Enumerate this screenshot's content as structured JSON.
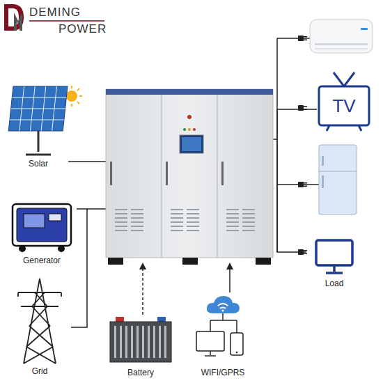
{
  "diagram": {
    "nodes": [
      {
        "text": [
          "Solar"
        ]
      },
      {
        "text": [
          "Generator"
        ]
      },
      {
        "text": [
          "Grid"
        ]
      },
      {
        "text": [
          "Battery"
        ]
      },
      {
        "text": [
          "WIFI/GPRS"
        ]
      },
      {
        "text": [
          "TV"
        ]
      },
      {
        "text": [
          "Load"
        ]
      }
    ],
    "edges": [
      {
        "from": 1,
        "to": 2,
        "arrow": "none"
      },
      {
        "from": 5,
        "to": 6,
        "arrow": "none"
      }
    ],
    "labels": [
      "DEMING",
      "POWER"
    ]
  }
}
